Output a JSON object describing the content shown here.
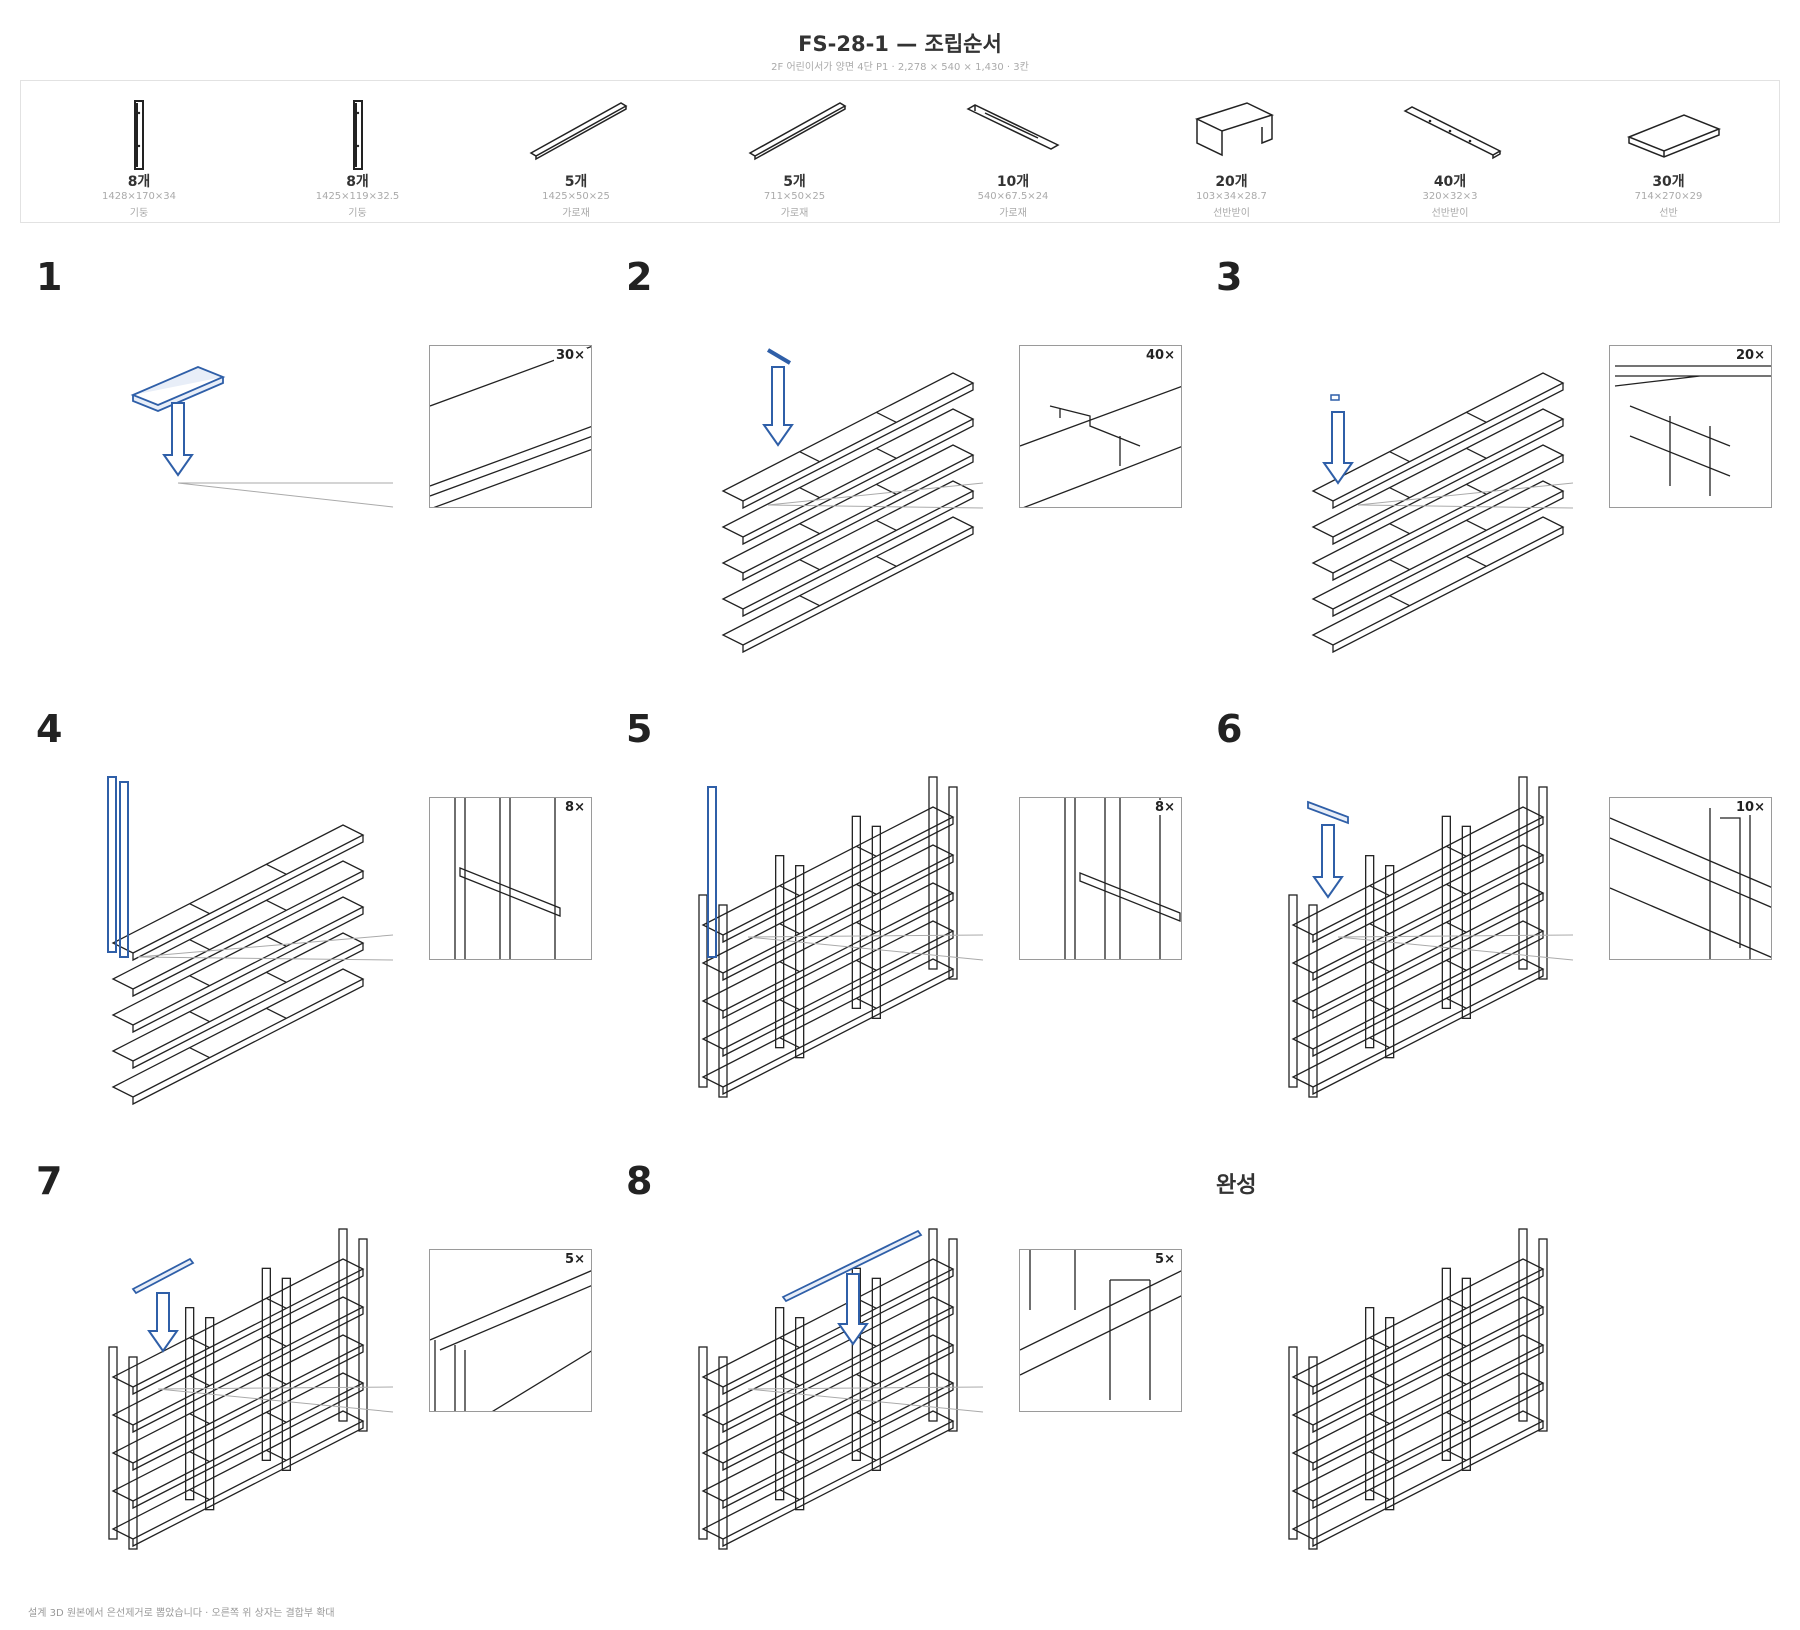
{
  "header": {
    "title": "FS-28-1 — 조립순서",
    "subtitle": "2F 어린이서가 양면 4단 P1 · 2,278 × 540 × 1,430 · 3칸"
  },
  "parts": [
    {
      "qty": "8개",
      "dim": "1428×170×34",
      "name": "기둥",
      "icon": "post-icon"
    },
    {
      "qty": "8개",
      "dim": "1425×119×32.5",
      "name": "기둥",
      "icon": "post-icon"
    },
    {
      "qty": "5개",
      "dim": "1425×50×25",
      "name": "가로재",
      "icon": "rail-icon"
    },
    {
      "qty": "5개",
      "dim": "711×50×25",
      "name": "가로재",
      "icon": "rail-icon"
    },
    {
      "qty": "10개",
      "dim": "540×67.5×24",
      "name": "가로재",
      "icon": "crossbar-icon"
    },
    {
      "qty": "20개",
      "dim": "103×34×28.7",
      "name": "선반받이",
      "icon": "bracket-icon"
    },
    {
      "qty": "40개",
      "dim": "320×32×3",
      "name": "선반받이",
      "icon": "plate-icon"
    },
    {
      "qty": "30개",
      "dim": "714×270×29",
      "name": "선반",
      "icon": "shelf-icon"
    }
  ],
  "steps": [
    {
      "label": "1",
      "count": "30×"
    },
    {
      "label": "2",
      "count": "40×"
    },
    {
      "label": "3",
      "count": "20×"
    },
    {
      "label": "4",
      "count": "8×"
    },
    {
      "label": "5",
      "count": "8×"
    },
    {
      "label": "6",
      "count": "10×"
    },
    {
      "label": "7",
      "count": "5×"
    },
    {
      "label": "8",
      "count": "5×"
    },
    {
      "label": "완성",
      "count": ""
    }
  ],
  "colors": {
    "highlight": "#2f5fa8",
    "line": "#222222",
    "guide": "#aaaaaa"
  },
  "footer": "설계 3D 원본에서 은선제거로 뽑았습니다 · 오른쪽 위 상자는 결합부 확대"
}
